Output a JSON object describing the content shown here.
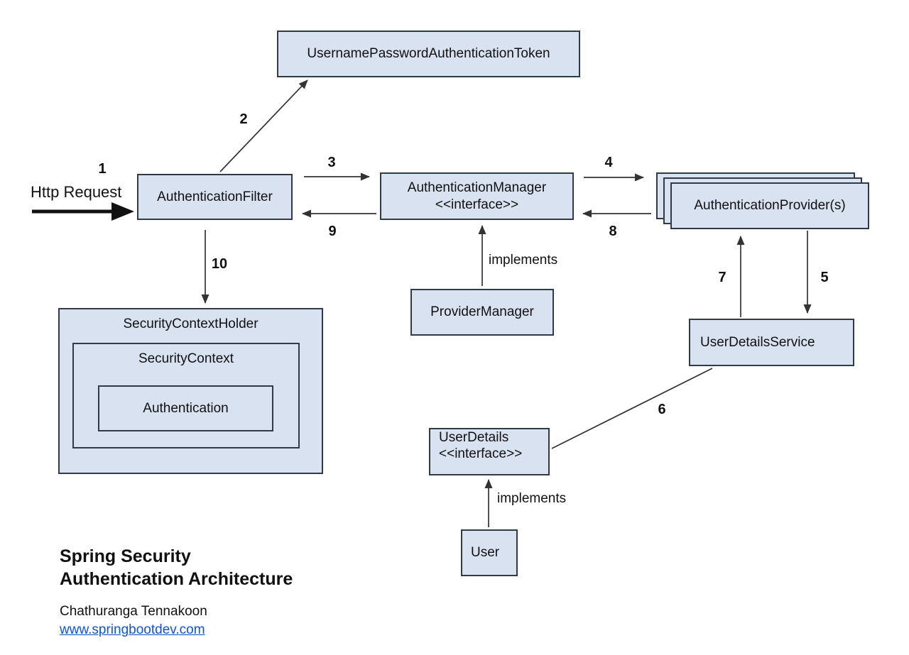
{
  "colors": {
    "box_fill": "#d9e2f1",
    "box_border": "#2f3b47",
    "line": "#333333",
    "link": "#1155cc",
    "text": "#111111"
  },
  "nodes": {
    "token": "UsernamePasswordAuthenticationToken",
    "filter": "AuthenticationFilter",
    "manager": "AuthenticationManager",
    "manager_stereotype": "<<interface>>",
    "providers": "AuthenticationProvider(s)",
    "provider_manager": "ProviderManager",
    "user_details_service": "UserDetailsService",
    "user_details": "UserDetails",
    "user_details_stereotype": "<<interface>>",
    "user": "User",
    "security_context_holder": "SecurityContextHolder",
    "security_context": "SecurityContext",
    "authentication": "Authentication"
  },
  "labels": {
    "http_request": "Http Request",
    "implements_manager": "implements",
    "implements_user": "implements",
    "step1": "1",
    "step2": "2",
    "step3": "3",
    "step4": "4",
    "step5": "5",
    "step6": "6",
    "step7": "7",
    "step8": "8",
    "step9": "9",
    "step10": "10"
  },
  "footer": {
    "title_line1": "Spring Security",
    "title_line2": "Authentication Architecture",
    "author": "Chathuranga Tennakoon",
    "website": "www.springbootdev.com"
  }
}
